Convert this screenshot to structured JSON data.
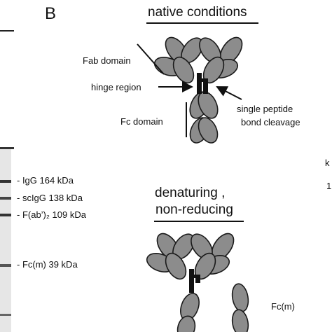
{
  "panel": {
    "letter": "B"
  },
  "left_edge": {
    "rotated_text": "...",
    "lanes": [
      {
        "text": "- IgG 164 kDa"
      },
      {
        "text": "- scIgG 138 kDa"
      },
      {
        "text": "- F(ab’)₂ 109 kDa"
      },
      {
        "text": "- Fc(m) 39 kDa"
      }
    ]
  },
  "native": {
    "title": "native conditions",
    "fab_label": "Fab domain",
    "hinge_label": "hinge region",
    "fc_label": "Fc domain",
    "cleavage_label_line1": "single peptide",
    "cleavage_label_line2": "bond cleavage"
  },
  "denaturing": {
    "title_line1": "denaturing ,",
    "title_line2": "non-reducing",
    "fcm_label": "Fc(m)"
  },
  "right_edge": {
    "fragment1": "k",
    "fragment2": "1"
  },
  "colors": {
    "domain_fill": "#8c8c8c",
    "domain_stroke": "#1a1a1a",
    "gel_band": "#333333",
    "gel_background": "#d9d9d9"
  }
}
